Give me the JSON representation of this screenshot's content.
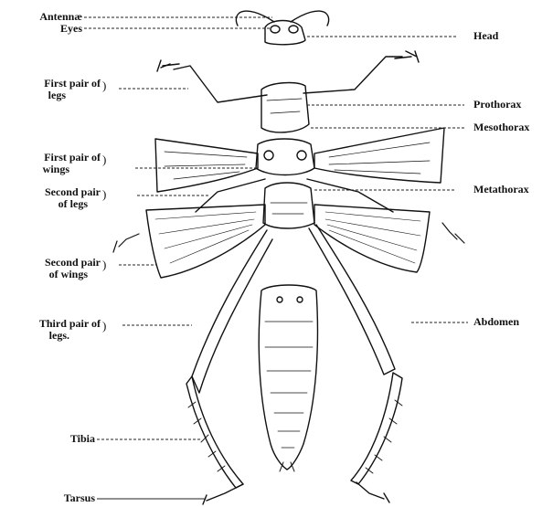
{
  "labels": {
    "antennae": "Antennæ",
    "eyes": "Eyes",
    "head": "Head",
    "first_legs_1": "First pair of",
    "first_legs_2": "legs",
    "prothorax": "Prothorax",
    "mesothorax": "Mesothorax",
    "first_wings_1": "First pair of",
    "first_wings_2": "wings",
    "second_legs_1": "Second pair",
    "second_legs_2": "of legs",
    "metathorax": "Metathorax",
    "second_wings_1": "Second pair",
    "second_wings_2": "of wings",
    "third_legs_1": "Third pair of",
    "third_legs_2": "legs.",
    "abdomen": "Abdomen",
    "tibia": "Tibia",
    "tarsus": "Tarsus"
  }
}
